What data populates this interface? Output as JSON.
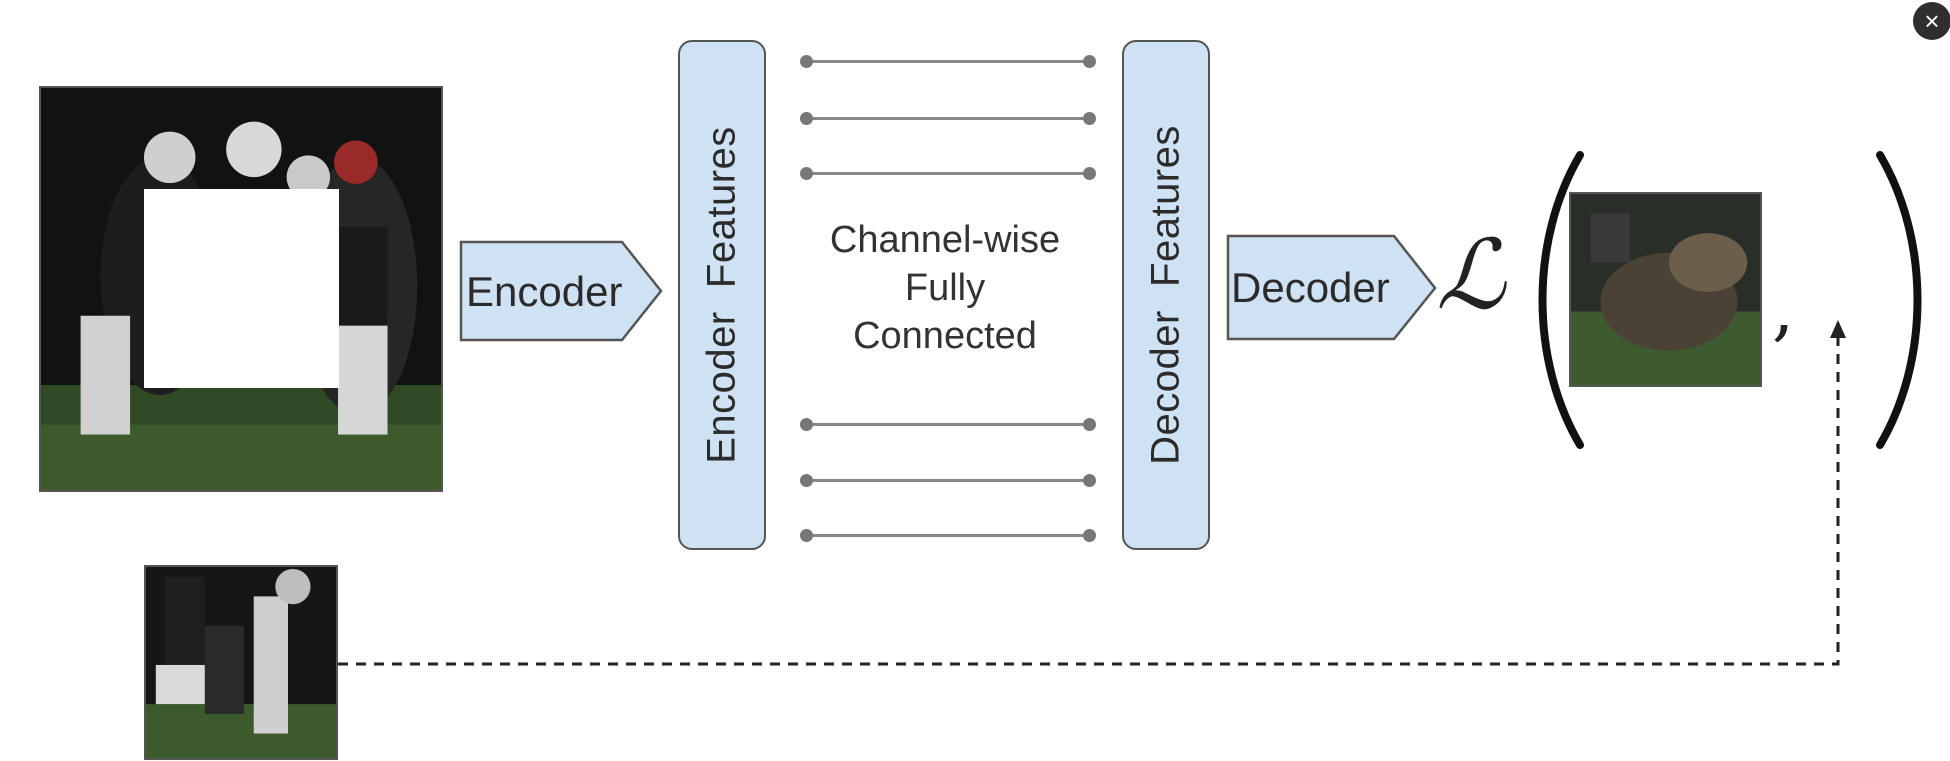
{
  "diagram": {
    "encoder_label": "Encoder",
    "decoder_label": "Decoder",
    "encoder_features_label": "Encoder  Features",
    "decoder_features_label": "Decoder  Features",
    "fc_lines": [
      "Channel-wise",
      "Fully",
      "Connected"
    ],
    "loss_symbol": "ℒ",
    "comma": ","
  },
  "controls": {
    "close_icon": "×"
  },
  "colors": {
    "box_fill": "#cfe2f3",
    "box_stroke": "#555555",
    "line": "#888888"
  }
}
